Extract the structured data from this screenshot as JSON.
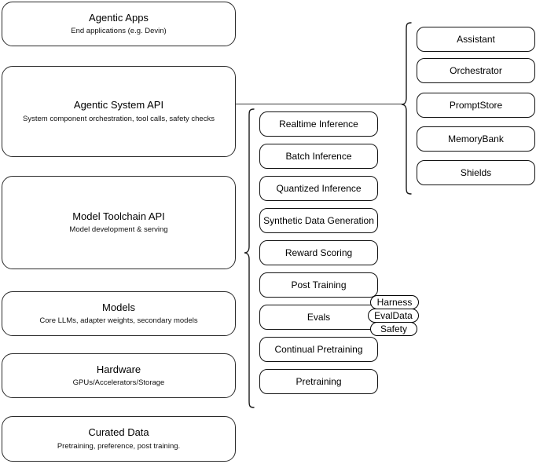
{
  "diagram": {
    "type": "layered-stack-architecture",
    "background_color": "#ffffff",
    "stroke_color": "#000000"
  },
  "left_stack": {
    "name": "platform-layers",
    "layers": [
      {
        "title": "Agentic Apps",
        "subtitle": "End applications (e.g. Devin)"
      },
      {
        "title": "Agentic System API",
        "subtitle": "System component orchestration, tool calls, safety checks"
      },
      {
        "title": "Model Toolchain API",
        "subtitle": "Model development & serving"
      },
      {
        "title": "Models",
        "subtitle": "Core LLMs, adapter weights, secondary models"
      },
      {
        "title": "Hardware",
        "subtitle": "GPUs/Accelerators/Storage"
      },
      {
        "title": "Curated Data",
        "subtitle": "Pretraining, preference, post training."
      }
    ]
  },
  "toolchain_group": {
    "name": "model-toolchain-capabilities",
    "items": [
      {
        "label": "Realtime Inference"
      },
      {
        "label": "Batch Inference"
      },
      {
        "label": "Quantized Inference"
      },
      {
        "label": "Synthetic Data Generation"
      },
      {
        "label": "Reward Scoring"
      },
      {
        "label": "Post Training"
      },
      {
        "label": "Evals"
      },
      {
        "label": "Continual Pretraining"
      },
      {
        "label": "Pretraining"
      }
    ]
  },
  "evals_subitems": {
    "name": "evals-components",
    "items": [
      {
        "label": "Harness"
      },
      {
        "label": "EvalData"
      },
      {
        "label": "Safety"
      }
    ]
  },
  "agentic_group": {
    "name": "agentic-system-components",
    "items": [
      {
        "label": "Assistant"
      },
      {
        "label": "Orchestrator"
      },
      {
        "label": "PromptStore"
      },
      {
        "label": "MemoryBank"
      },
      {
        "label": "Shields"
      }
    ]
  }
}
